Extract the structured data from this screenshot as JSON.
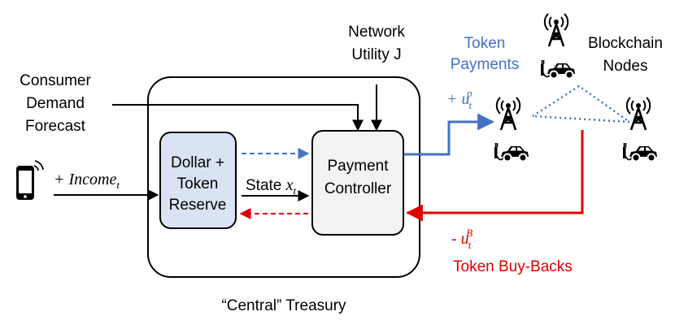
{
  "labels": {
    "network_utility": "Network\nUtility J",
    "consumer_demand": "Consumer\nDemand\nForecast",
    "token_payments": "Token\nPayments",
    "blockchain_nodes": "Blockchain\nNodes",
    "income_prefix": "+ ",
    "income_var": "Income",
    "income_sub": "t",
    "reserve": "Dollar +\nToken\nReserve",
    "state_text": "State ",
    "state_var": "x",
    "state_sub": "t",
    "controller": "Payment\nController",
    "payment_prefix": "+ ",
    "payment_var": "u",
    "payment_sub": "t",
    "payment_sup": "p",
    "buyback_prefix": "- ",
    "buyback_var": "u",
    "buyback_sub": "t",
    "buyback_sup": "B",
    "token_buybacks": "Token Buy-Backs",
    "treasury": "“Central” Treasury"
  },
  "colors": {
    "blue": "#4472c4",
    "red": "#e00000",
    "reserve_fill": "#dae3f3",
    "controller_fill": "#f2f2f2"
  },
  "icons": [
    "phone-icon",
    "tower-icon",
    "car-icon"
  ]
}
